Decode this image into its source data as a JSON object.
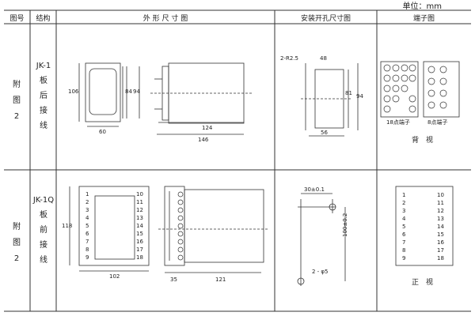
{
  "unit": "单位：mm",
  "headers": [
    "图号",
    "结构",
    "外 形 尺 寸 图",
    "安装开孔尺寸图",
    "端子图"
  ],
  "rows": [
    {
      "fig_label": [
        "附",
        "图",
        "2"
      ],
      "structure": [
        "JK-1",
        "板",
        "后",
        "接",
        "线"
      ],
      "outline": {
        "h1": "106",
        "h2": "84",
        "h3": "94",
        "w1": "60",
        "w2": "124",
        "w3": "146"
      },
      "cutout": {
        "r": "2-R2.5",
        "w": "48",
        "h1": "81",
        "h2": "94",
        "w2": "56"
      },
      "terminal": {
        "left_label": "18点端子",
        "right_label": "8点端子",
        "view": "背　视"
      }
    },
    {
      "fig_label": [
        "附",
        "图",
        "2"
      ],
      "structure": [
        "JK-1Q",
        "板",
        "前",
        "接",
        "线"
      ],
      "outline": {
        "w1": "102",
        "w2": "35",
        "w3": "121",
        "h1": "118"
      },
      "cutout": {
        "top": "30±0.1",
        "height": "100±0.2",
        "hole": "2 - φ5"
      },
      "terminal": {
        "left": [
          "1",
          "2",
          "3",
          "4",
          "5",
          "6",
          "7",
          "8",
          "9"
        ],
        "right": [
          "10",
          "11",
          "12",
          "13",
          "14",
          "15",
          "16",
          "17",
          "18"
        ],
        "view": "正　视"
      }
    }
  ]
}
